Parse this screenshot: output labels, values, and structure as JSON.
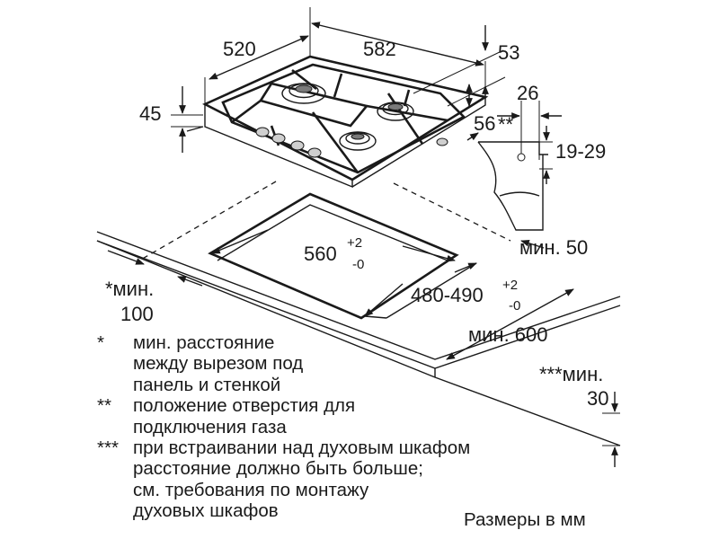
{
  "dimensions": {
    "width_520": "520",
    "width_582": "582",
    "depth_53": "53",
    "height_45": "45",
    "offset_26": "26",
    "offset_56": "56",
    "gas_marker": "**",
    "range_19_29": "19-29",
    "min_50": "мин. 50",
    "cutout_560": "560",
    "cutout_560_tol_plus": "+2",
    "cutout_560_tol_minus": "-0",
    "cutout_480_490": "480-490",
    "cutout_480_tol_plus": "+2",
    "cutout_480_tol_minus": "-0",
    "min_600": "мин. 600",
    "min_100_marker": "*мин.",
    "min_100_value": "100",
    "min_30_marker": "***мин.",
    "min_30_value": "30"
  },
  "legend": [
    {
      "marker": "*",
      "lines": [
        "мин. расстояние",
        "между вырезом под",
        "панель и стенкой"
      ]
    },
    {
      "marker": "**",
      "lines": [
        "положение отверстия для",
        "подключения газа"
      ]
    },
    {
      "marker": "***",
      "lines": [
        "при встраивании над духовым шкафом",
        "расстояние должно быть больше;",
        "см. требования по монтажу",
        "духовых шкафов"
      ]
    }
  ],
  "units_note": "Размеры в мм"
}
